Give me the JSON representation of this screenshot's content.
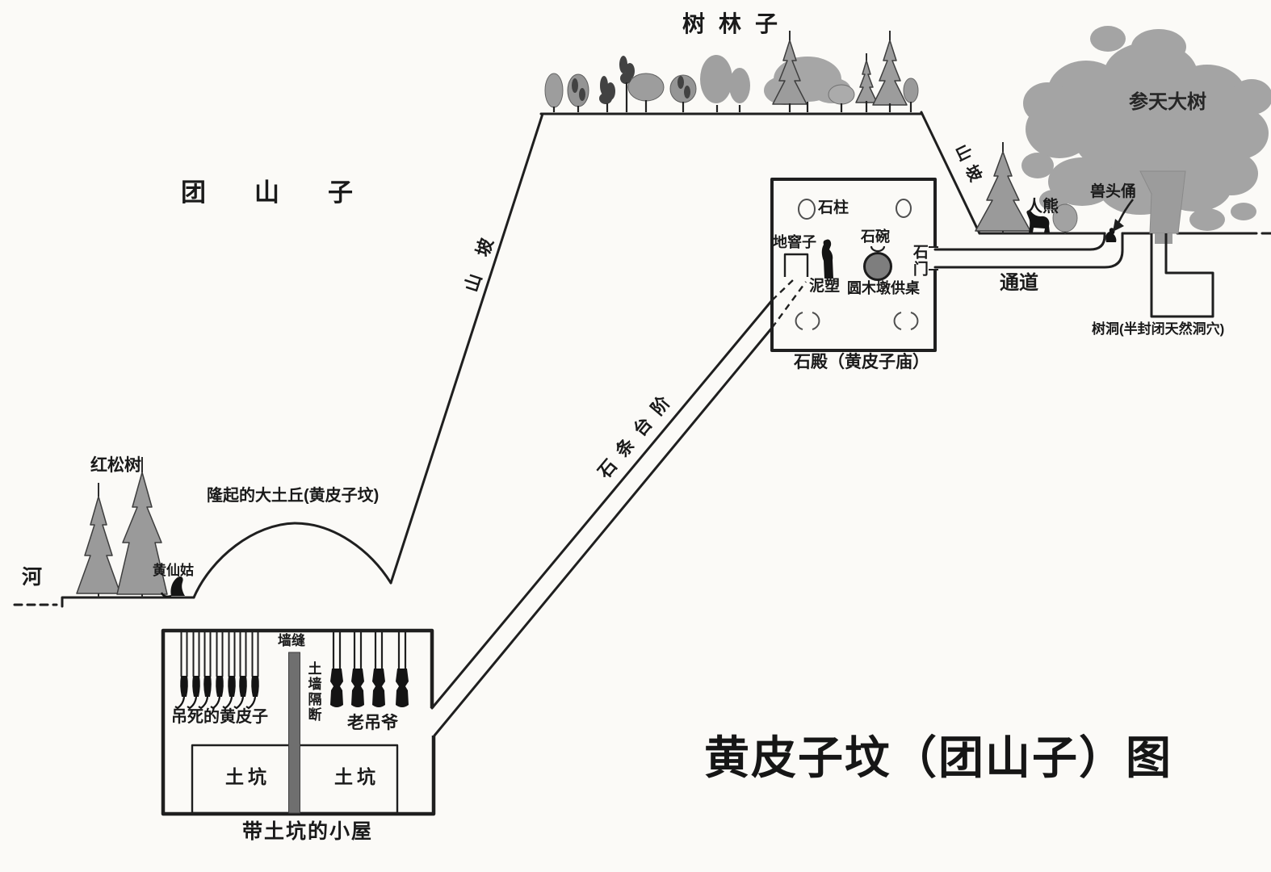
{
  "title": "黄皮子坟（团山子）图",
  "labels": {
    "forest": "树林子",
    "mountain": "团山子",
    "slope_left": "山坡",
    "slope_right": "山坡",
    "big_tree": "参天大树",
    "beast_head": "兽头俑",
    "man_bear": "人熊",
    "passage": "通道",
    "tree_hole": "树洞(半封闭天然洞穴)",
    "hall_caption": "石殿（黄皮子庙）",
    "stone_pillar": "石柱",
    "cellar": "地窨子",
    "clay_statue": "泥塑",
    "stone_bowl": "石碗",
    "offering_table": "圆木墩供桌",
    "stone_door": "石门",
    "steps": "石条台阶",
    "red_pines": "红松树",
    "mound": "隆起的大土丘(黄皮子坟)",
    "river": "河",
    "yellow_fairy": "黄仙姑",
    "wall_crack": "墙缝",
    "wall_partition": "土墙隔断",
    "hanged_weasels": "吊死的黄皮子",
    "old_hanger": "老吊爷",
    "pit_left": "土坑",
    "pit_right": "土坑",
    "house_caption": "带土坑的小屋"
  },
  "figures": {
    "hanged_weasel_count": 7,
    "old_hanger_count": 4,
    "red_pine_count": 2,
    "stone_pillar_count": 4
  },
  "colors": {
    "background": "#fbfaf7",
    "ink": "#1f1f1f",
    "tree_gray": "#9e9e9e",
    "canopy_gray": "#a4a4a4",
    "figure_black": "#141414",
    "offering_table_fill": "#7e7e7e",
    "partition_wall_fill": "#6f6f6f"
  }
}
